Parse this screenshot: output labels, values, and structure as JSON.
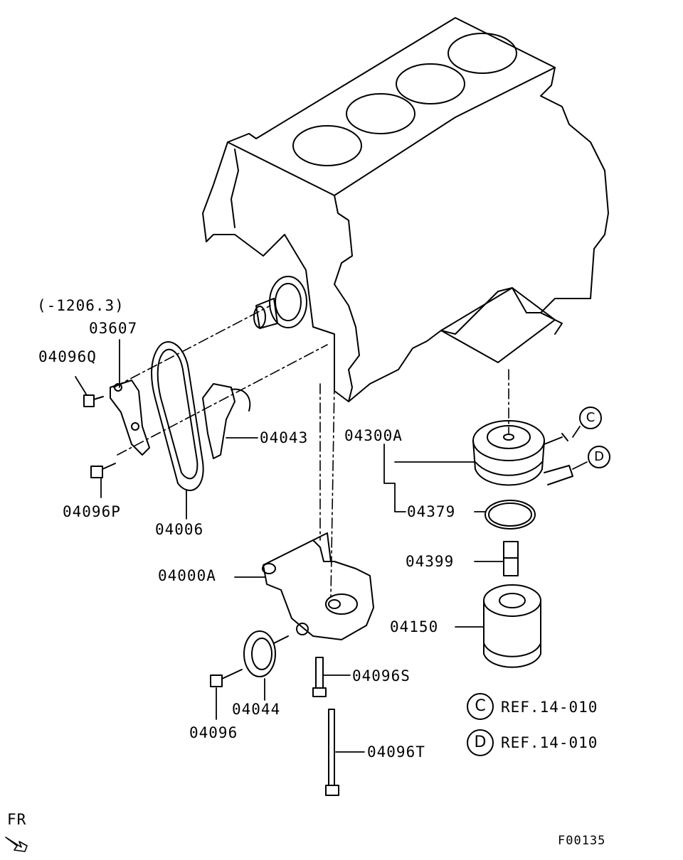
{
  "diagram": {
    "parts": {
      "p03607": "03607",
      "p04096Q": "04096Q",
      "p04096P": "04096P",
      "p04006": "04006",
      "p04043": "04043",
      "p04300A": "04300A",
      "p04379": "04379",
      "p04399": "04399",
      "p04150": "04150",
      "p04000A": "04000A",
      "p04044": "04044",
      "p04096": "04096",
      "p04096S": "04096S",
      "p04096T": "04096T"
    },
    "date_note": "(-1206.3)",
    "callouts": {
      "c": "C",
      "d": "D"
    },
    "references": [
      {
        "marker": "C",
        "text": "REF.14-010"
      },
      {
        "marker": "D",
        "text": "REF.14-010"
      }
    ],
    "direction_label": "FR",
    "figure_code": "F00135"
  }
}
